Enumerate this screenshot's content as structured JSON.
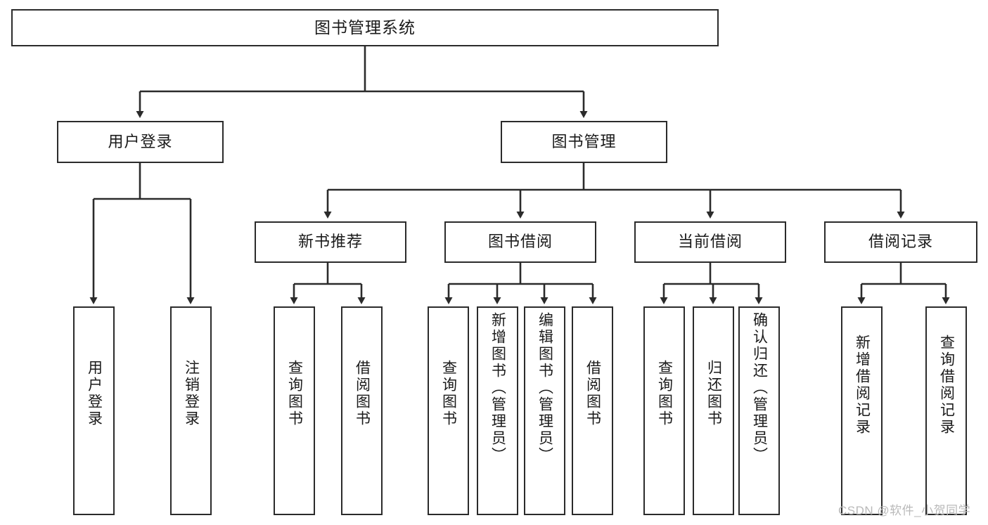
{
  "diagram": {
    "title": "图书管理系统",
    "type": "tree",
    "root": {
      "id": "root",
      "label": "图书管理系统",
      "orientation": "horizontal"
    },
    "level2": [
      {
        "id": "user-login",
        "label": "用户登录",
        "orientation": "horizontal"
      },
      {
        "id": "book-manage",
        "label": "图书管理",
        "orientation": "horizontal"
      }
    ],
    "level3": [
      {
        "id": "new-book-recommend",
        "label": "新书推荐",
        "parent": "book-manage",
        "orientation": "horizontal"
      },
      {
        "id": "book-borrow",
        "label": "图书借阅",
        "parent": "book-manage",
        "orientation": "horizontal"
      },
      {
        "id": "current-borrow",
        "label": "当前借阅",
        "parent": "book-manage",
        "orientation": "horizontal"
      },
      {
        "id": "borrow-record",
        "label": "借阅记录",
        "parent": "book-manage",
        "orientation": "horizontal"
      }
    ],
    "leaves": [
      {
        "id": "leaf-user-login",
        "label": "用户登录",
        "parent": "user-login",
        "orientation": "vertical"
      },
      {
        "id": "leaf-user-logout",
        "label": "注销登录",
        "parent": "user-login",
        "orientation": "vertical"
      },
      {
        "id": "leaf-query-book-rec",
        "label": "查询图书",
        "parent": "new-book-recommend",
        "orientation": "vertical"
      },
      {
        "id": "leaf-borrow-book-rec",
        "label": "借阅图书",
        "parent": "new-book-recommend",
        "orientation": "vertical"
      },
      {
        "id": "leaf-query-book-borrow",
        "label": "查询图书",
        "parent": "book-borrow",
        "orientation": "vertical"
      },
      {
        "id": "leaf-add-book",
        "label": "新增图书（管理员）",
        "parent": "book-borrow",
        "orientation": "vertical"
      },
      {
        "id": "leaf-edit-book",
        "label": "编辑图书（管理员）",
        "parent": "book-borrow",
        "orientation": "vertical"
      },
      {
        "id": "leaf-borrow-book",
        "label": "借阅图书",
        "parent": "book-borrow",
        "orientation": "vertical"
      },
      {
        "id": "leaf-query-book-current",
        "label": "查询图书",
        "parent": "current-borrow",
        "orientation": "vertical"
      },
      {
        "id": "leaf-return-book",
        "label": "归还图书",
        "parent": "current-borrow",
        "orientation": "vertical"
      },
      {
        "id": "leaf-confirm-return",
        "label": "确认归还（管理员）",
        "parent": "current-borrow",
        "orientation": "vertical"
      },
      {
        "id": "leaf-add-record",
        "label": "新增借阅记录",
        "parent": "borrow-record",
        "orientation": "vertical"
      },
      {
        "id": "leaf-query-record",
        "label": "查询借阅记录",
        "parent": "borrow-record",
        "orientation": "vertical"
      }
    ]
  },
  "watermark": {
    "text": "CSDN @软件_小贺同学"
  },
  "colors": {
    "border": "#2b2b2b",
    "background": "#ffffff",
    "text": "#1a1a1a",
    "watermark": "#b9b9b9"
  }
}
